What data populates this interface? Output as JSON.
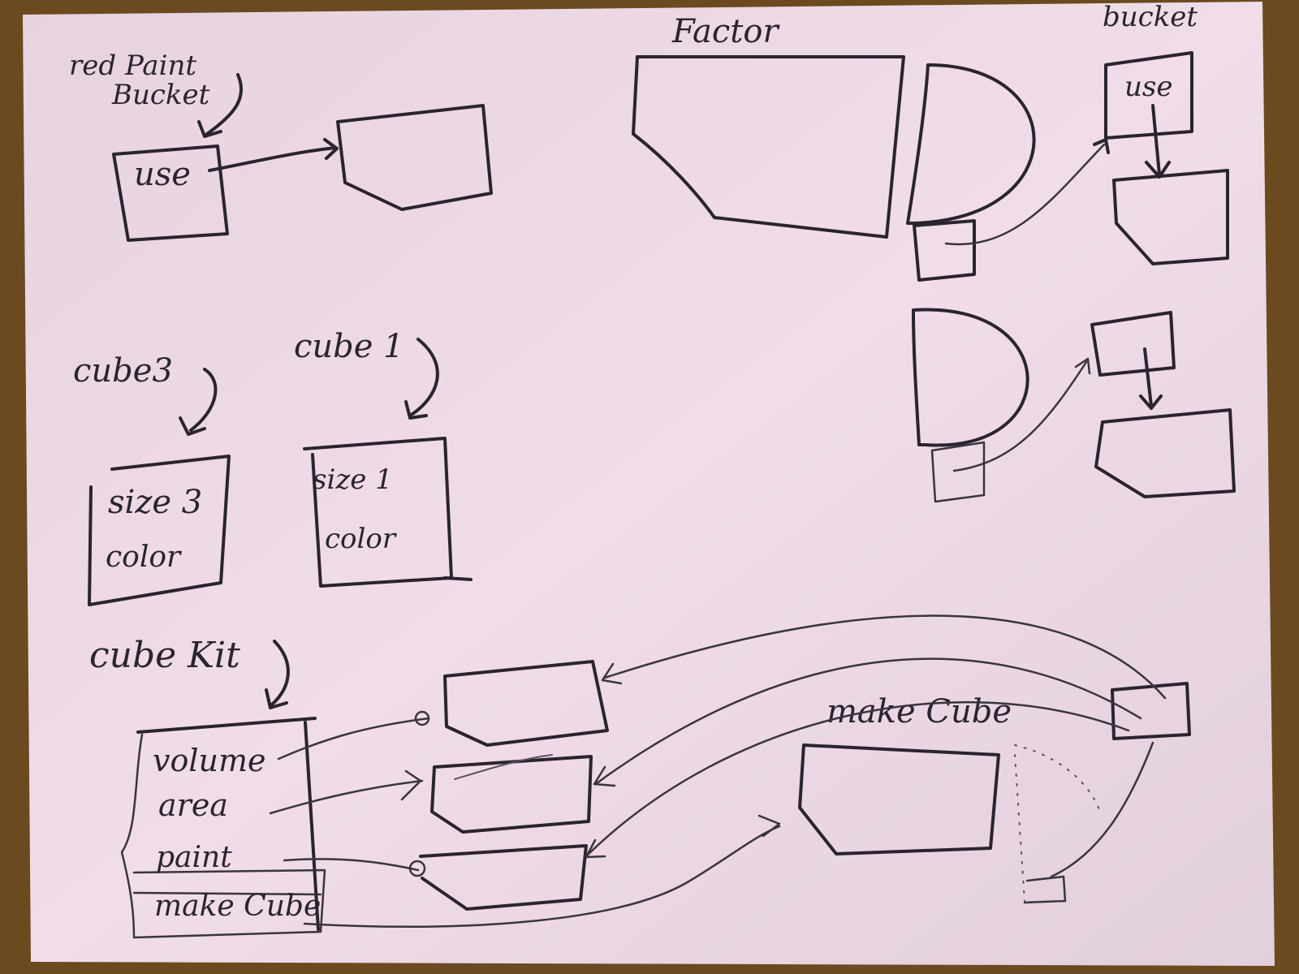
{
  "labels": {
    "red_paint_bucket_line1": "red Paint",
    "red_paint_bucket_line2": "Bucket",
    "red_paint_use": "use",
    "factory_title": "Factor",
    "bucket_title": "bucket",
    "bucket_use": "use",
    "cube3_title": "cube3",
    "cube3_size": "size 3",
    "cube3_color": "color",
    "cube1_title": "cube 1",
    "cube1_size": "size 1",
    "cube1_color": "color",
    "cubekit_title": "cube Kit",
    "cubekit_volume": "volume",
    "cubekit_area": "area",
    "cubekit_paint": "paint",
    "cubekit_makecube": "make Cube",
    "makecube_title": "make Cube"
  },
  "colors": {
    "paper": "#e9d6e2",
    "ink": "#2a2430",
    "background": "#6b4a1f"
  }
}
